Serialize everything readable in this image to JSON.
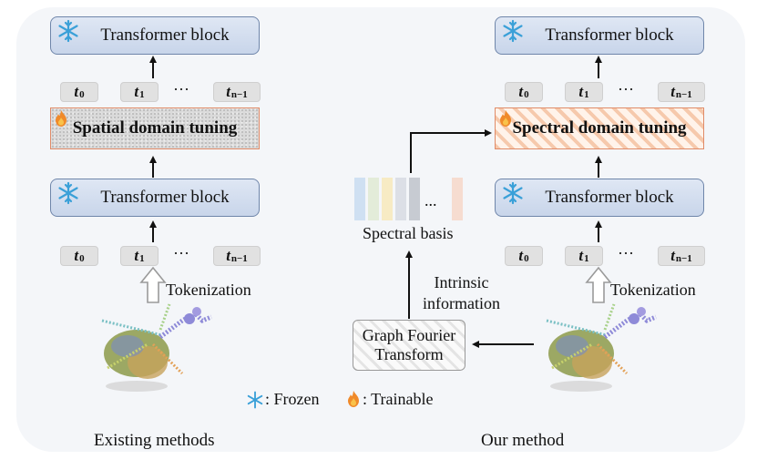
{
  "diagram": {
    "transformer_block_label": "Transformer block",
    "tokens": {
      "t0_letter": "t",
      "t0_sub": "0",
      "t1_letter": "t",
      "t1_sub": "1",
      "tn_letter": "t",
      "tn_sub": "n−1",
      "ellipsis": "···"
    },
    "left": {
      "tuning_label": "Spatial domain tuning",
      "tokenization_label": "Tokenization",
      "caption": "Existing methods"
    },
    "right": {
      "tuning_label": "Spectral domain tuning",
      "tokenization_label": "Tokenization",
      "caption": "Our method"
    },
    "middle": {
      "spectral_basis_label": "Spectral basis",
      "basis_ellipsis": "...",
      "intrinsic_line1": "Intrinsic",
      "intrinsic_line2": "information",
      "gft_line1": "Graph Fourier",
      "gft_line2": "Transform"
    },
    "legend": {
      "frozen_label": ": Frozen",
      "trainable_label": ": Trainable"
    },
    "colors": {
      "block_border": "#6f86aa",
      "tuning_border": "#e08b68",
      "basis_stripes": [
        "#cfe0f2",
        "#e3ecd9",
        "#f7ebc4",
        "#dcdfe6",
        "#c7cbd2",
        "#f6dcd0"
      ]
    }
  }
}
